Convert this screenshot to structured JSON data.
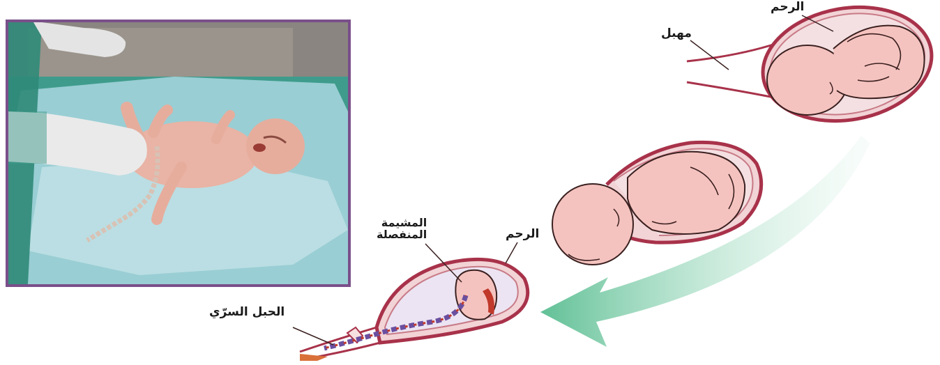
{
  "labels": {
    "uterus_top": "الرحم",
    "cervix": "مهبل",
    "placenta_line1": "المشيمة",
    "placenta_line2": "المنفصلة",
    "uterus_bottom": "الرحم",
    "umbilical_cord": "الحبل السرّي"
  },
  "colors": {
    "photo_frame": "#7a4f8a",
    "uterus_wall": "#a8324a",
    "uterus_fill": "#f7c4c8",
    "fetus_skin": "#f5c3bf",
    "outline": "#3a2020",
    "arrow_green": "#6cc7a0",
    "cord_purple": "#6a4fa0",
    "cord_red": "#c0392b"
  },
  "icons": [
    "newborn-photo",
    "fetus-in-uterus-icon",
    "emerging-baby-icon",
    "delivery-arrow-icon",
    "placenta-uterus-icon"
  ]
}
